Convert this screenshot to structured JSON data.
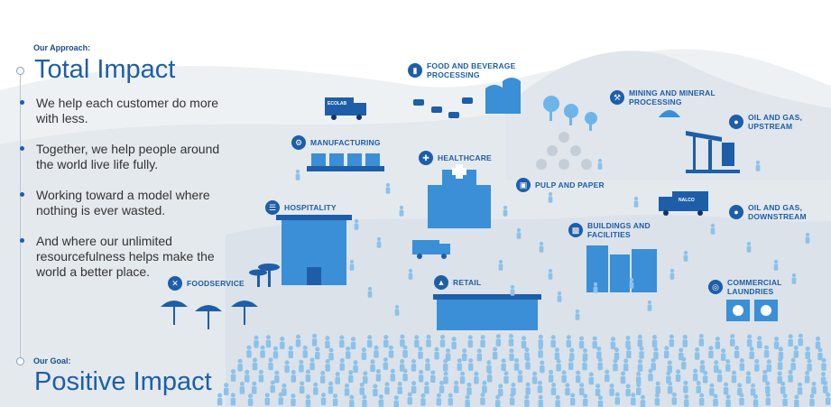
{
  "approach": {
    "eyebrow": "Our Approach:",
    "title": "Total Impact",
    "bullets": [
      "We help each customer do more with less.",
      "Together, we help people around the world live life fully.",
      "Working toward a model where nothing is ever wasted.",
      "And where our unlimited resourcefulness helps make the world a better place."
    ]
  },
  "goal": {
    "eyebrow": "Our Goal:",
    "title": "Positive Impact"
  },
  "categories": [
    {
      "label": "FOOD AND BEVERAGE PROCESSING",
      "icon": "bottle-icon"
    },
    {
      "label": "MINING AND MINERAL PROCESSING",
      "icon": "pickaxe-icon"
    },
    {
      "label": "OIL AND GAS, UPSTREAM",
      "icon": "oil-drop-icon"
    },
    {
      "label": "MANUFACTURING",
      "icon": "gear-icon"
    },
    {
      "label": "HEALTHCARE",
      "icon": "stethoscope-icon"
    },
    {
      "label": "PULP AND PAPER",
      "icon": "paper-icon"
    },
    {
      "label": "HOSPITALITY",
      "icon": "bed-icon"
    },
    {
      "label": "OIL AND GAS, DOWNSTREAM",
      "icon": "oil-drop-icon"
    },
    {
      "label": "BUILDINGS AND FACILITIES",
      "icon": "building-icon"
    },
    {
      "label": "FOODSERVICE",
      "icon": "utensils-icon"
    },
    {
      "label": "RETAIL",
      "icon": "shopping-bag-icon"
    },
    {
      "label": "COMMERCIAL LAUNDRIES",
      "icon": "laundry-icon"
    }
  ],
  "vehicles": {
    "ecolab_truck": "ECOLAB",
    "nalco_truck": "NALCO"
  },
  "colors": {
    "brand_blue": "#1e5ea8",
    "illustration_blue": "#3a8fd6",
    "people_blue": "#8cc2ea"
  }
}
